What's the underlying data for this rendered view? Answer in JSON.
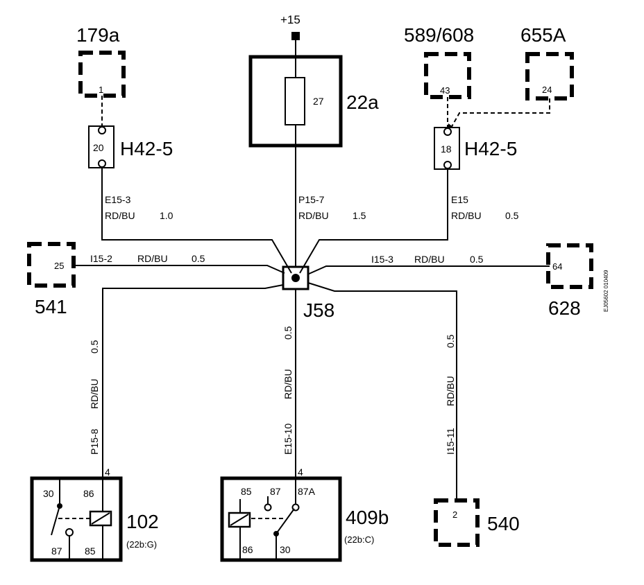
{
  "supply": {
    "label": "+15"
  },
  "fuse": {
    "name": "22a",
    "number": "27"
  },
  "junction": {
    "name": "J58"
  },
  "connectors": {
    "c179a": {
      "name": "179a",
      "pin": "1"
    },
    "c589": {
      "name": "589/608",
      "pin": "43"
    },
    "c655": {
      "name": "655A",
      "pin": "24"
    },
    "c541": {
      "name": "541",
      "pin": "25"
    },
    "c628": {
      "name": "628",
      "pin": "64"
    },
    "c540": {
      "name": "540",
      "pin": "2"
    },
    "h42_left": {
      "name": "H42-5",
      "pin": "20"
    },
    "h42_right": {
      "name": "H42-5",
      "pin": "18"
    }
  },
  "wires": {
    "e15_3": {
      "code": "E15-3",
      "color": "RD/BU",
      "size": "1.0"
    },
    "p15_7": {
      "code": "P15-7",
      "color": "RD/BU",
      "size": "1.5"
    },
    "e15": {
      "code": "E15",
      "color": "RD/BU",
      "size": "0.5"
    },
    "i15_2": {
      "code": "I15-2",
      "color": "RD/BU",
      "size": "0.5"
    },
    "i15_3": {
      "code": "I15-3",
      "color": "RD/BU",
      "size": "0.5"
    },
    "p15_8": {
      "code": "P15-8",
      "color": "RD/BU",
      "size": "0.5"
    },
    "e15_10": {
      "code": "E15-10",
      "color": "RD/BU",
      "size": "0.5"
    },
    "i15_11": {
      "code": "I15-11",
      "color": "RD/BU",
      "size": "0.5"
    }
  },
  "relays": {
    "r102": {
      "name": "102",
      "location": "(22b:G)",
      "wire_pin": "4",
      "pins": {
        "p30": "30",
        "p86": "86",
        "p87": "87",
        "p85": "85"
      }
    },
    "r409b": {
      "name": "409b",
      "location": "(22b:C)",
      "wire_pin": "4",
      "pins": {
        "p85": "85",
        "p87": "87",
        "p87a": "87A",
        "p86": "86",
        "p30": "30"
      }
    }
  },
  "figure_id": "EJ05602 010409"
}
